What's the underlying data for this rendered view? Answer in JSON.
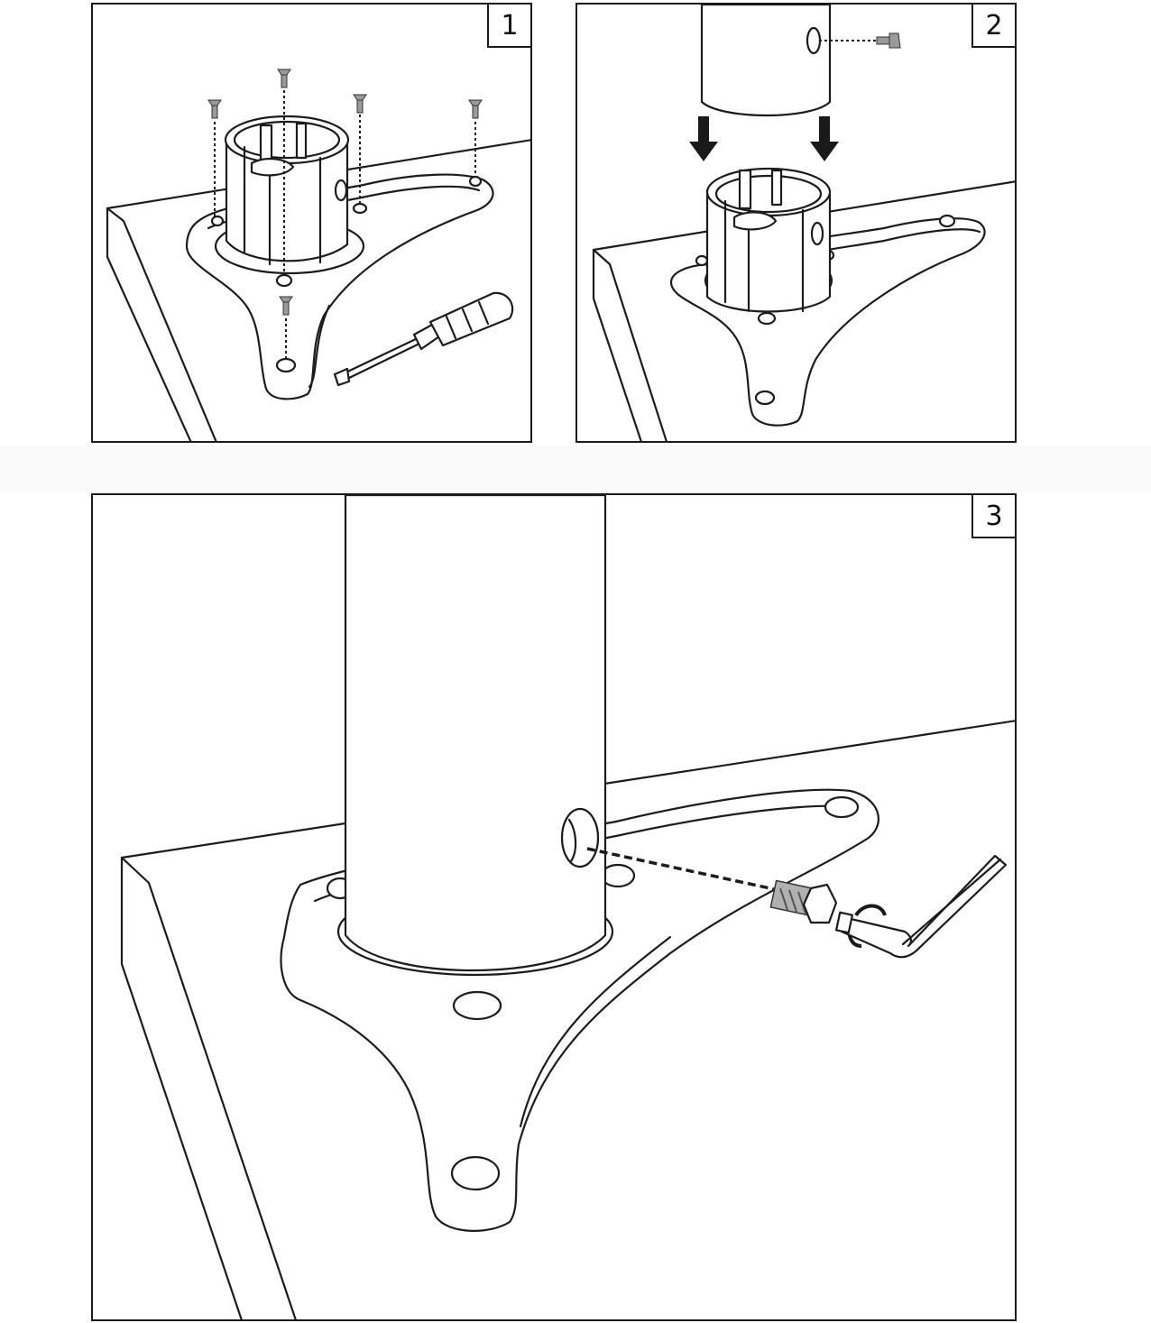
{
  "steps": [
    {
      "number": "1",
      "tools": [
        "screwdriver-icon",
        "screw-icon"
      ]
    },
    {
      "number": "2",
      "tools": [
        "arrow-down-icon",
        "screw-icon"
      ]
    },
    {
      "number": "3",
      "tools": [
        "bolt-icon",
        "hex-key-icon",
        "rotate-arrow-icon"
      ]
    }
  ],
  "colors": {
    "line": "#1c1c1c",
    "screw": "#9a9a9a",
    "background": "#ffffff"
  }
}
